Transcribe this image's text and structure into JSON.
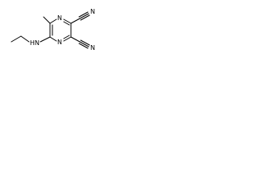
{
  "structure": {
    "ring_atoms": {
      "n_top": "N",
      "n_bottom": "N"
    },
    "substituents": {
      "nitrile_top_n": "N",
      "nitrile_bottom_n": "N",
      "amino_label": "HN"
    }
  },
  "colors": {
    "ink": "#000000",
    "background": "#ffffff"
  }
}
